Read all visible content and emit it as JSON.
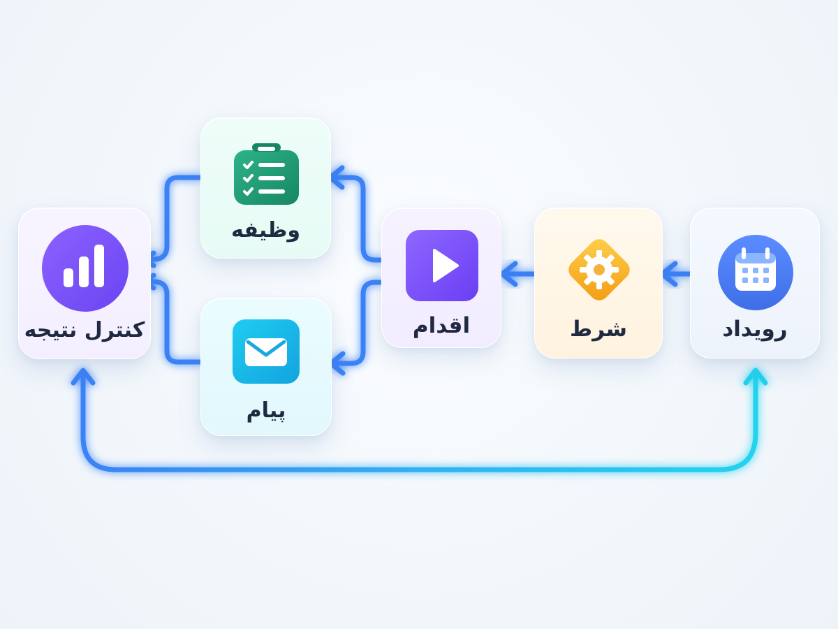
{
  "nodes": {
    "event": {
      "label": "رویداد",
      "icon": "calendar-icon"
    },
    "condition": {
      "label": "شرط",
      "icon": "gear-icon"
    },
    "action": {
      "label": "اقدام",
      "icon": "play-icon"
    },
    "task": {
      "label": "وظیفه",
      "icon": "clipboard-checklist-icon"
    },
    "message": {
      "label": "پیام",
      "icon": "envelope-icon"
    },
    "result": {
      "label": "کنترل نتیجه",
      "icon": "bar-chart-icon"
    }
  },
  "colors": {
    "connector_blue": "#3b82f6",
    "connector_cyan": "#22d3ee",
    "calendar_blue": "#4f7bf2",
    "condition_orange": "#f7b21b",
    "action_purple": "#7c4dff",
    "task_green": "#1f9d72",
    "message_cyan": "#1cb8e5",
    "result_violet": "#6d4cf4"
  }
}
